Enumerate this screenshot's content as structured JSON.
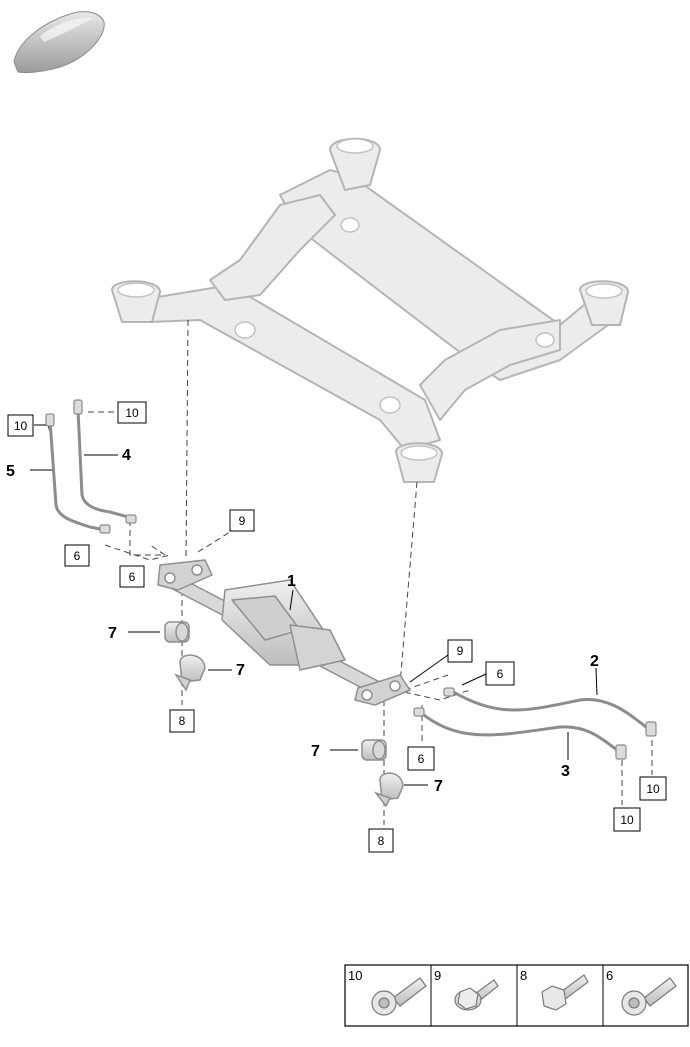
{
  "callouts": {
    "c1": "1",
    "c2": "2",
    "c3": "3",
    "c4": "4",
    "c5": "5",
    "c6a": "6",
    "c6b": "6",
    "c6c": "6",
    "c6d": "6",
    "c7a": "7",
    "c7b": "7",
    "c7c": "7",
    "c7d": "7",
    "c8a": "8",
    "c8b": "8",
    "c9a": "9",
    "c9b": "9",
    "c10a": "10",
    "c10b": "10",
    "c10c": "10",
    "c10d": "10"
  },
  "legend": {
    "cells": [
      {
        "label": "10",
        "icon": "torx-bolt-icon"
      },
      {
        "label": "9",
        "icon": "flange-bolt-icon"
      },
      {
        "label": "8",
        "icon": "hex-bolt-icon"
      },
      {
        "label": "6",
        "icon": "torx-bolt-icon"
      }
    ]
  },
  "colors": {
    "part_fill": "#e3e3e3",
    "part_stroke": "#9a9a9a",
    "frame_fill": "#ececec",
    "frame_stroke": "#b5b5b5"
  }
}
